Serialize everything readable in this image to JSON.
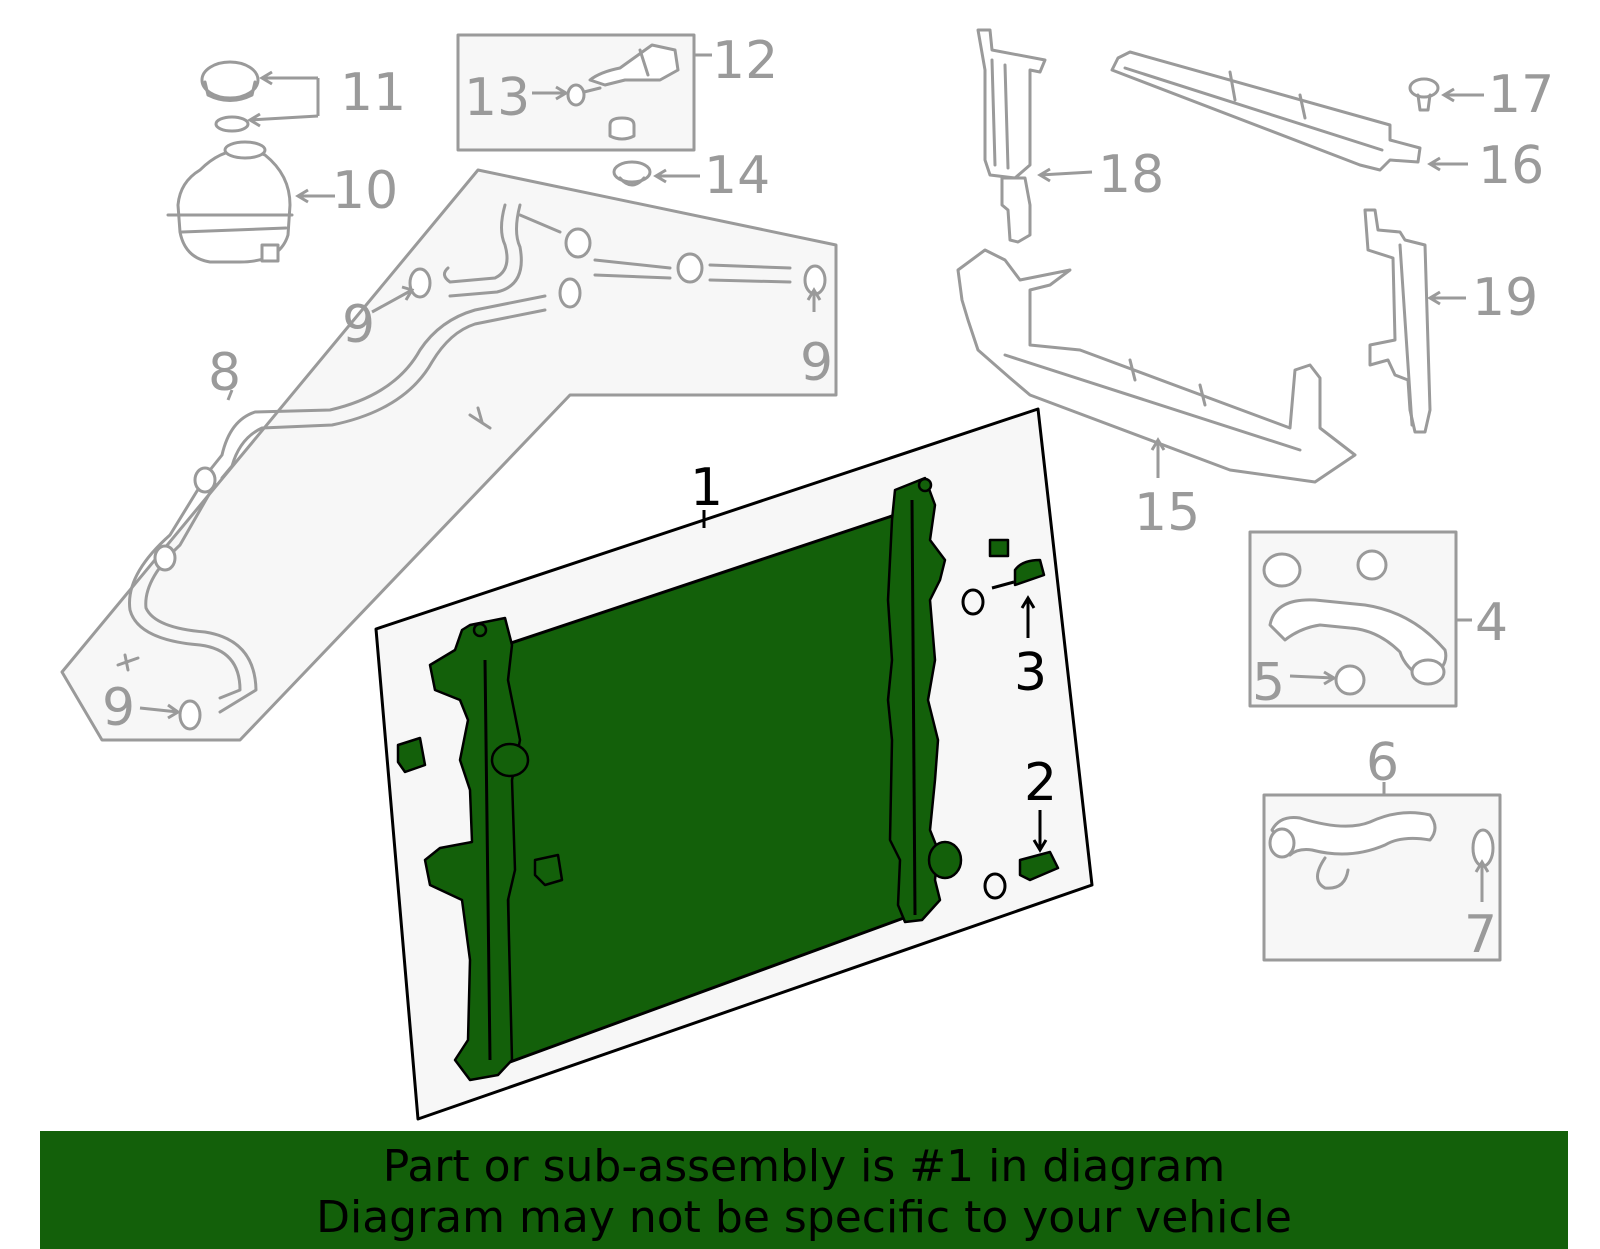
{
  "callouts": {
    "c1": "1",
    "c2": "2",
    "c3": "3",
    "c4": "4",
    "c5": "5",
    "c6": "6",
    "c7": "7",
    "c8": "8",
    "c9a": "9",
    "c9b": "9",
    "c9c": "9",
    "c10": "10",
    "c11": "11",
    "c12": "12",
    "c13": "13",
    "c14": "14",
    "c15": "15",
    "c16": "16",
    "c17": "17",
    "c18": "18",
    "c19": "19"
  },
  "highlight": {
    "part": "1",
    "color": "#13600a"
  },
  "colors": {
    "line": "#9a9a9a",
    "panel": "#f7f7f7",
    "banner": "#13600a"
  },
  "banner": {
    "line1": "Part or sub-assembly is #1 in diagram",
    "line2": "Diagram may not be specific to your vehicle"
  }
}
